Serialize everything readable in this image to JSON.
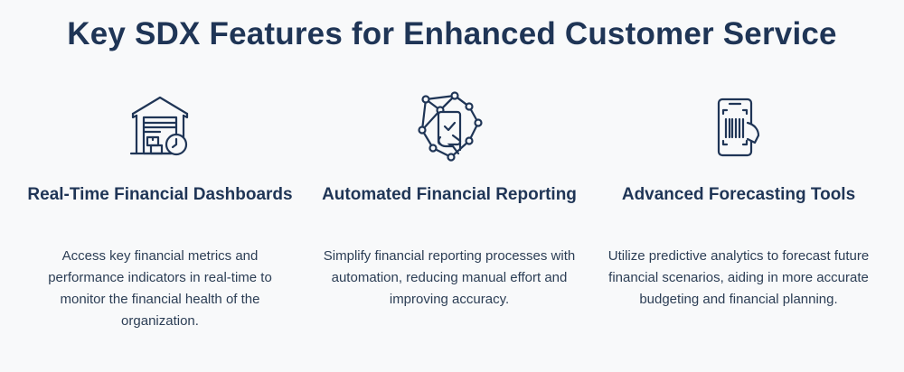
{
  "section": {
    "title": "Key SDX Features for Enhanced Customer Service"
  },
  "features": [
    {
      "icon": "warehouse-clock-icon",
      "title": "Real-Time Financial Dashboards",
      "description": "Access key financial metrics and performance indicators in real-time to monitor the financial health of the organization."
    },
    {
      "icon": "phone-network-icon",
      "title": "Automated Financial Reporting",
      "description": "Simplify financial reporting processes with automation, reducing manual effort and improving accuracy."
    },
    {
      "icon": "phone-barcode-scan-icon",
      "title": "Advanced Forecasting Tools",
      "description": "Utilize predictive analytics to forecast future financial scenarios, aiding in more accurate budgeting and financial planning."
    }
  ],
  "colors": {
    "heading": "#1f3556",
    "text": "#2c3e55",
    "background": "#f8f9fa"
  }
}
